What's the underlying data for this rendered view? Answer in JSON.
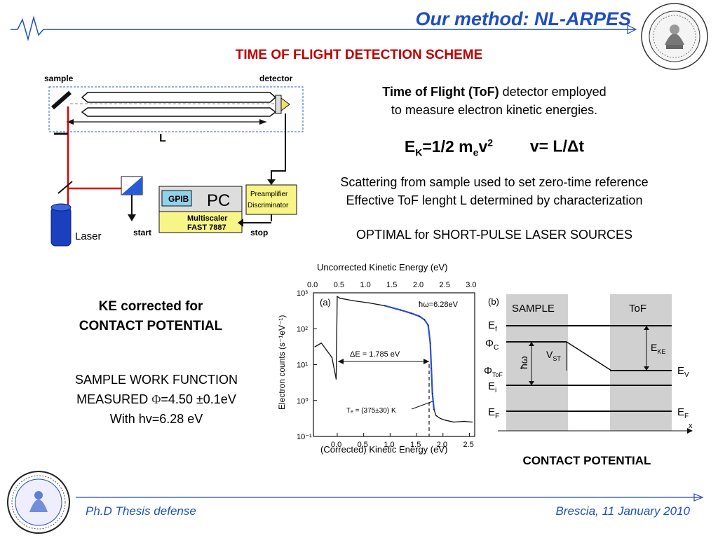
{
  "slide": {
    "title": "Our method: NL-ARPES",
    "subtitle": "TIME OF FLIGHT DETECTION SCHEME",
    "colors": {
      "title": "#1f4fbf",
      "subtitle": "#c00000",
      "laser_beam": "#e00000"
    }
  },
  "setup_diagram": {
    "sample_label": "sample",
    "detector_label": "detector",
    "length_label": "L",
    "laser_label": "Laser",
    "gpib_label": "GPIB",
    "pc_label": "PC",
    "preamp_label_1": "Preamplifier",
    "preamp_label_2": "Discriminator",
    "multiscaler_label_1": "Multiscaler",
    "multiscaler_label_2": "FAST 7887",
    "start_label": "start",
    "stop_label": "stop"
  },
  "tof_text": {
    "line1_bold": "Time of Flight (ToF)",
    "line1_rest": " detector employed",
    "line2": "to measure electron kinetic energies.",
    "formula_ek_E": "E",
    "formula_ek_K": "K",
    "formula_ek_mid": "=1/2 m",
    "formula_ek_e": "e",
    "formula_ek_v": "v",
    "formula_ek_2": "2",
    "formula_v": "v= L/Δt",
    "line3": "Scattering from sample used to set zero-time reference",
    "line4": "Effective ToF lenght L determined by characterization",
    "line5": "OPTIMAL for SHORT-PULSE LASER SOURCES"
  },
  "left_text": {
    "ke_line1": "KE corrected for",
    "ke_line2": "CONTACT POTENTIAL",
    "wf_line1": "SAMPLE WORK FUNCTION",
    "wf_line2_pre": "MEASURED ",
    "wf_phi": "Φ",
    "wf_line2_post": "=4.50 ±0.1eV",
    "wf_line3": "With hv=6.28 eV"
  },
  "spectrum_chart": {
    "top_axis_title": "Uncorrected Kinetic Energy (eV)",
    "bottom_axis_title": "(Corrected) Kinetic Energy (eV)",
    "y_axis_title": "Electron counts (s⁻¹eV⁻¹)",
    "panel_label": "(a)",
    "hw_label": "ħω=6.28eV",
    "delta_label": "ΔE = 1.785 eV",
    "temp_label": "Tₑ = (375±30) K",
    "top_ticks": [
      "0.0",
      "0.5",
      "1.0",
      "1.5",
      "2.0",
      "2.5",
      "3.0"
    ],
    "bottom_ticks": [
      "0.0",
      "0.5",
      "1.0",
      "1.5",
      "2.0",
      "2.5"
    ],
    "y_ticks": [
      "10³",
      "10²",
      "10¹",
      "10⁰",
      "10⁻¹"
    ]
  },
  "chart_data": {
    "type": "line",
    "title": "",
    "xlabel": "(Corrected) Kinetic Energy (eV)",
    "ylabel": "Electron counts (s⁻¹eV⁻¹)",
    "xlim": [
      -0.45,
      2.6
    ],
    "ylim": [
      -1,
      3
    ],
    "y_scale": "log10 (values given as exponent)",
    "series": [
      {
        "name": "",
        "x": [
          -0.42,
          -0.3,
          -0.2,
          -0.1,
          -0.02,
          0.0,
          0.05,
          0.3,
          0.6,
          0.9,
          1.2,
          1.4,
          1.55,
          1.65,
          1.72,
          1.76,
          1.78,
          1.8,
          1.83,
          1.87,
          1.95,
          2.05,
          2.2,
          2.4,
          2.55
        ],
        "y": [
          1.5,
          1.6,
          1.4,
          1.2,
          0.6,
          2.9,
          2.85,
          2.78,
          2.72,
          2.64,
          2.52,
          2.43,
          2.35,
          2.25,
          2.1,
          1.6,
          0.9,
          0.2,
          -0.25,
          -0.42,
          -0.5,
          -0.55,
          -0.6,
          -0.58,
          -0.6
        ]
      }
    ]
  },
  "energy_diagram": {
    "panel_label": "(b)",
    "sample_label": "SAMPLE",
    "tof_label": "ToF",
    "ef_label": "E",
    "ef_sub": "f",
    "phic_label": "Φ",
    "phic_sub": "C",
    "phitof_label": "Φ",
    "phitof_sub": "ToF",
    "ei_label": "E",
    "ei_sub": "i",
    "eF_label": "E",
    "eF_sub": "F",
    "hw_label": "ħω",
    "vst_label": "V",
    "vst_sub": "ST",
    "eke_label": "E",
    "eke_sub": "KE",
    "ev_label": "E",
    "ev_sub": "V",
    "eF2_label": "E",
    "eF2_sub": "F",
    "x_label": "x",
    "caption": "CONTACT POTENTIAL"
  },
  "footer": {
    "left": "Ph.D Thesis defense",
    "right": "Brescia, 11 January 2010"
  }
}
